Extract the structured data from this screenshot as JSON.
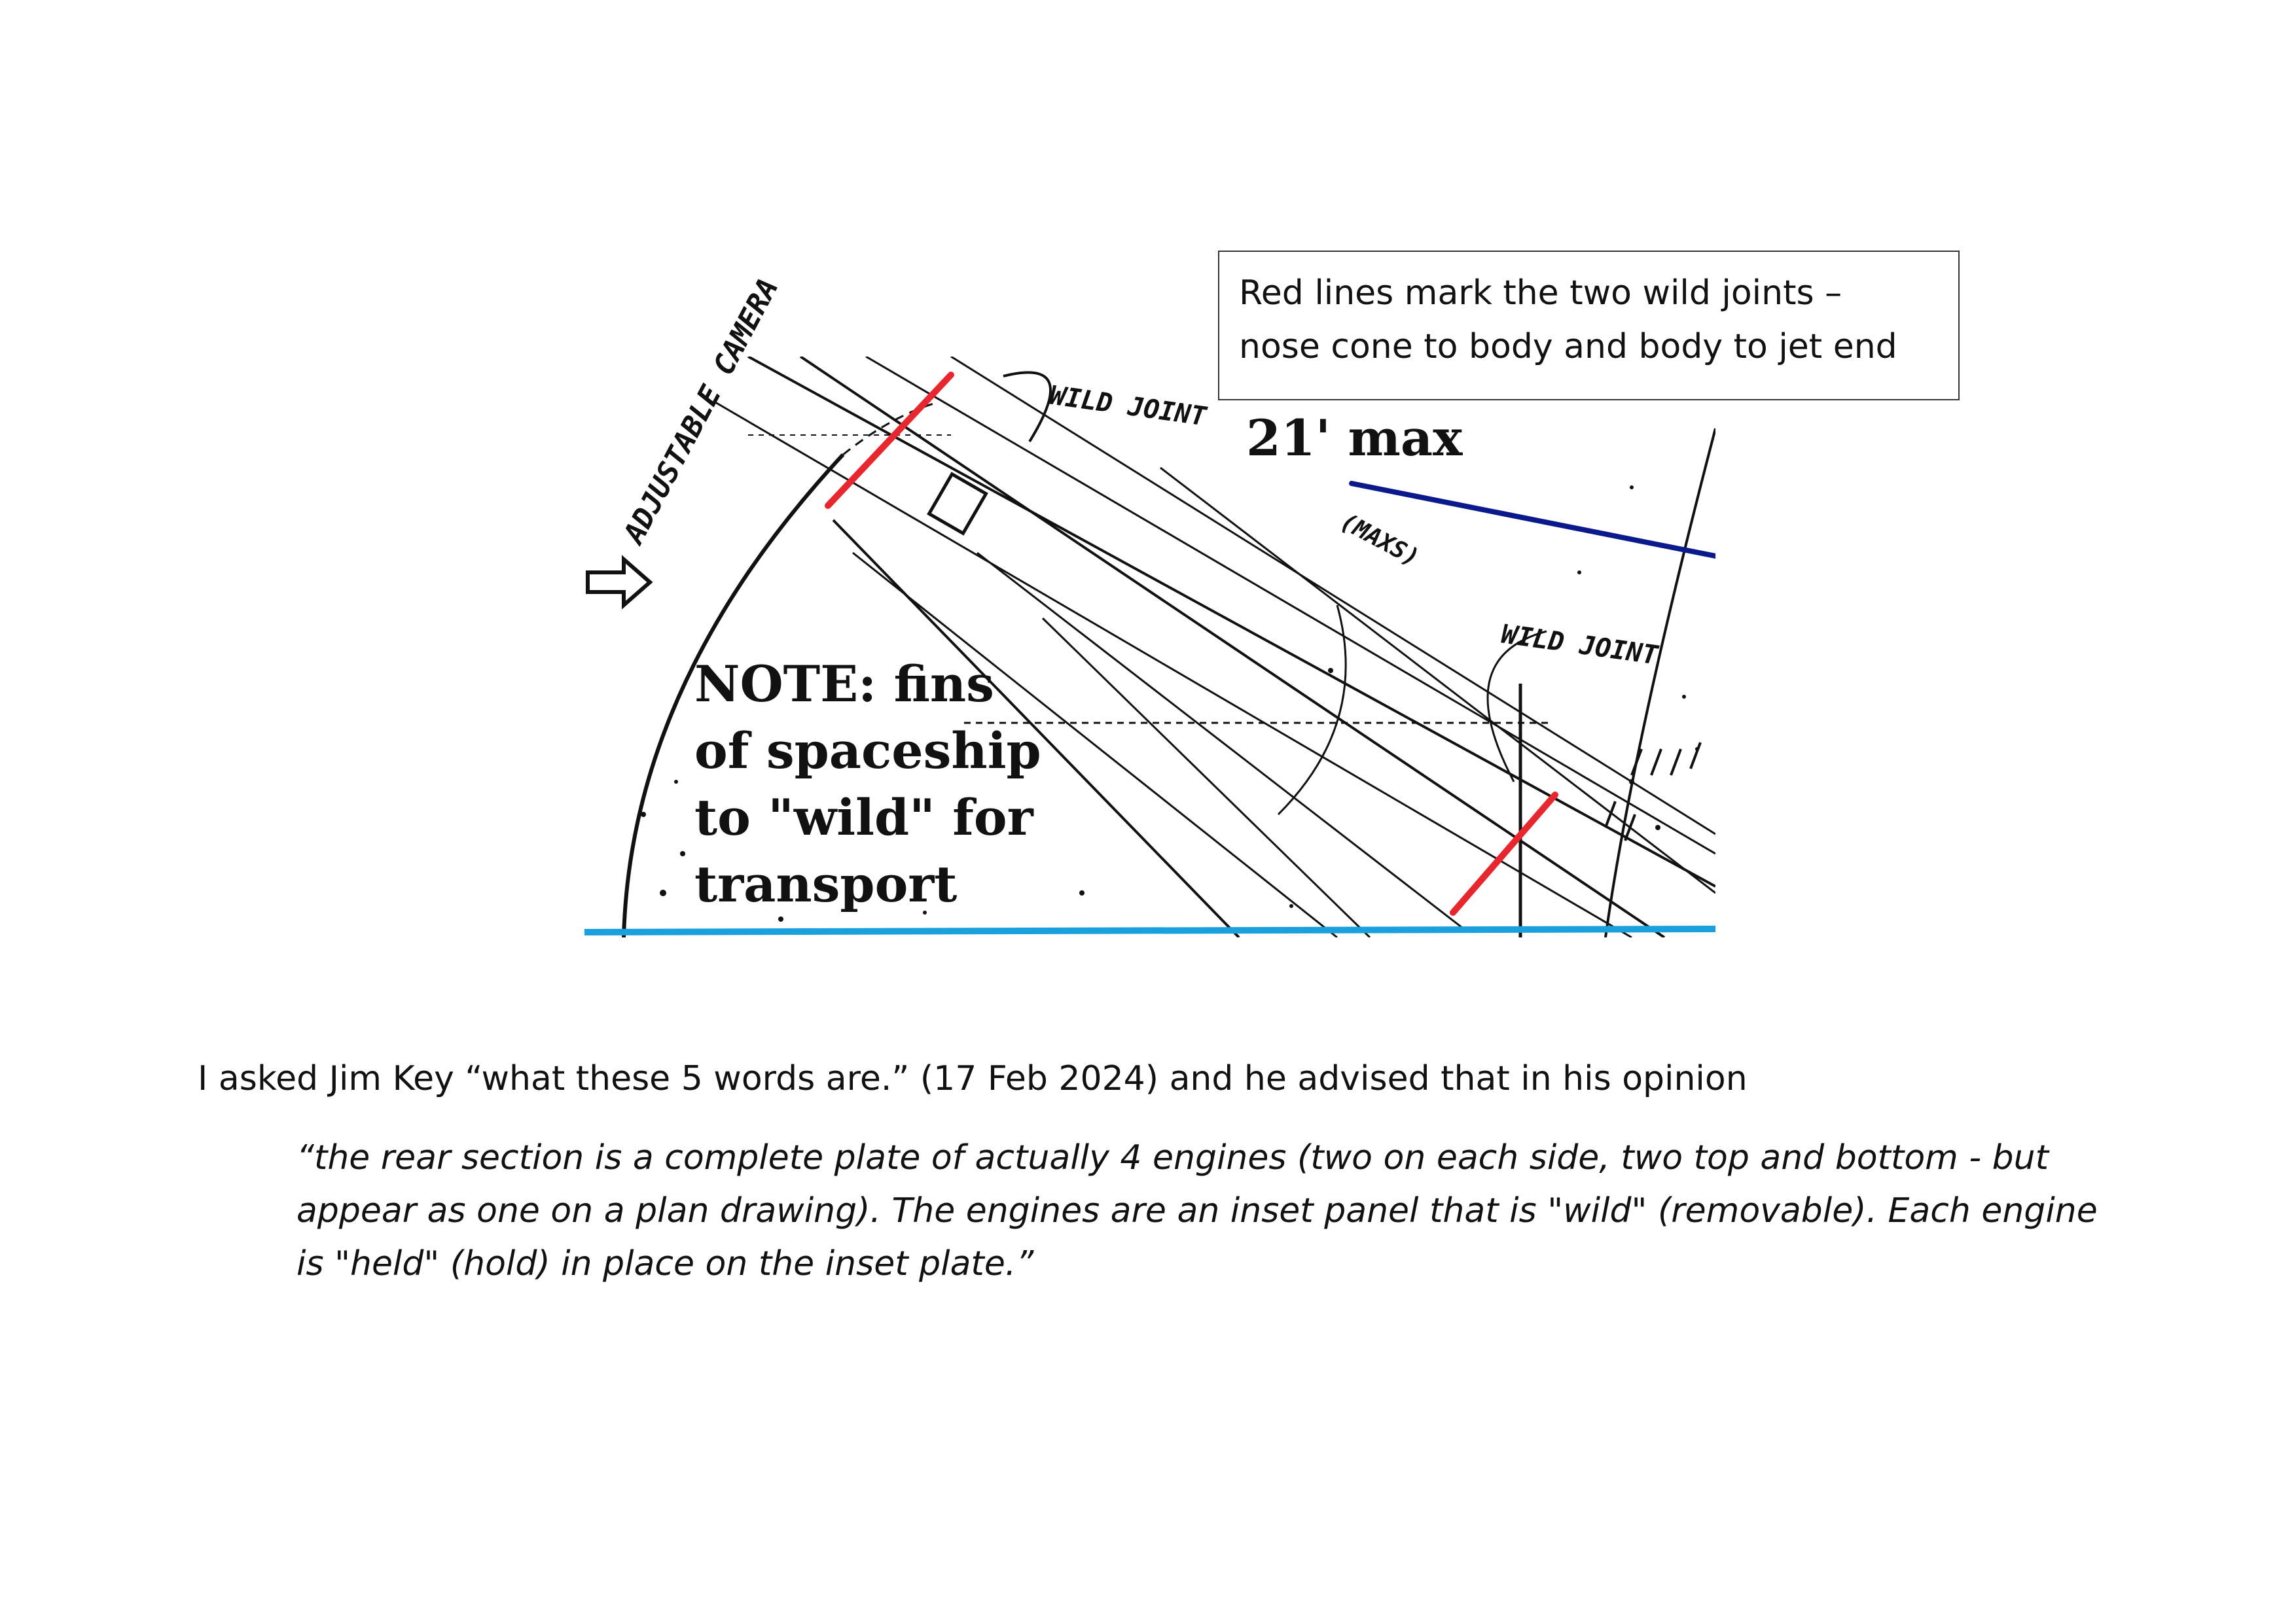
{
  "callout": {
    "line1": "Red lines mark the two wild joints –",
    "line2": "nose cone to body and body to jet end"
  },
  "figure": {
    "max_label": "21' max",
    "note_lines": [
      "NOTE: fins",
      "of spaceship",
      "to \"wild\" for",
      "transport"
    ],
    "handwritten": {
      "wild_joint_1": "WILD JOINT",
      "wild_joint_2": "WILD JOINT",
      "adjustable_camera": "ADJUSTABLE CAMERA",
      "maxs": "(MAXS)"
    },
    "colors": {
      "joint_marks": "#e8262d",
      "max_line": "#0a1a8c",
      "baseline": "#1aa0dc",
      "ink": "#111111"
    }
  },
  "body": {
    "intro": "I asked Jim Key “what these 5 words are.” (17 Feb 2024) and he advised that in his opinion",
    "quote_lines": [
      "“the rear section is a complete plate of actually 4 engines (two on each side, two top and bottom - but",
      "appear as one on a plan drawing). The engines are an inset panel that is \"wild\" (removable).  Each engine",
      "is \"held\" (hold) in place on the inset plate.”"
    ]
  }
}
